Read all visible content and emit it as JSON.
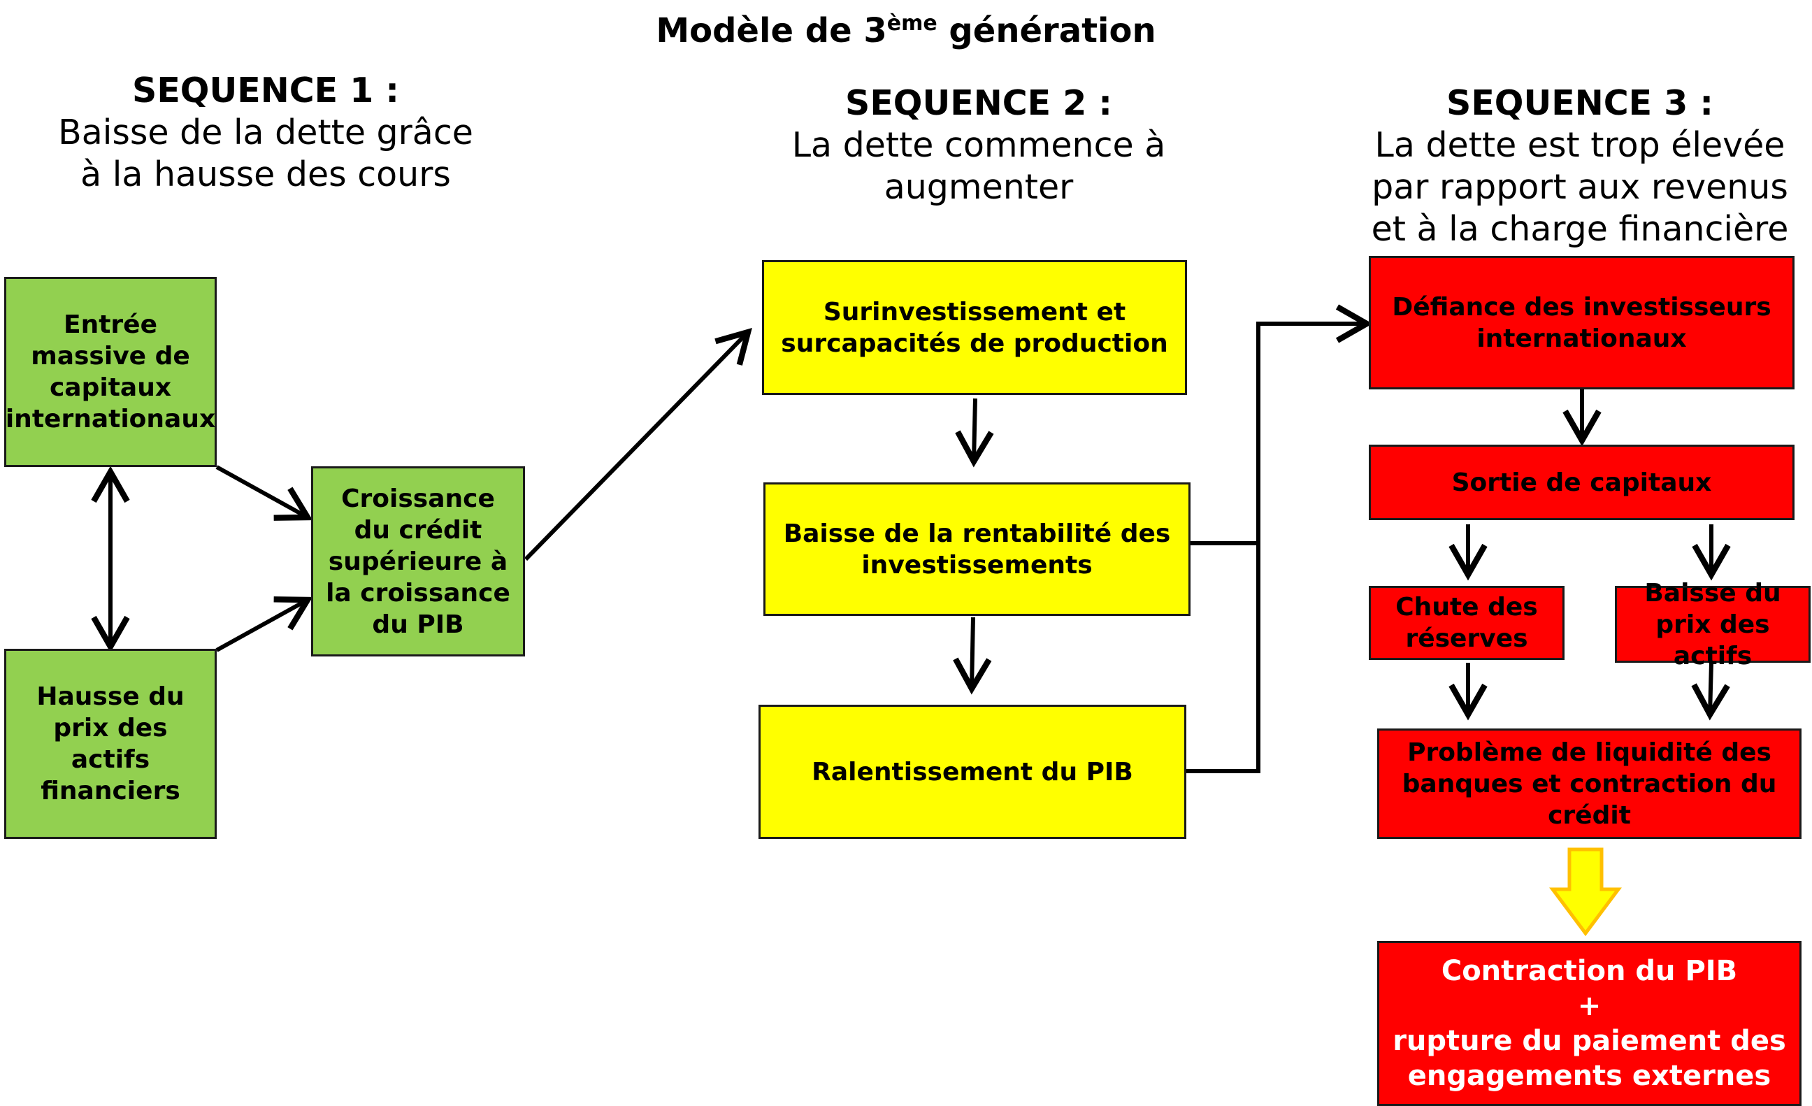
{
  "title": {
    "main": "Modèle de 3",
    "sup": "ème",
    "rest": " génération"
  },
  "seq1": {
    "heading": "SEQUENCE 1 :",
    "line1": "Baisse de la dette grâce",
    "line2": "à la hausse des cours"
  },
  "seq2": {
    "heading": "SEQUENCE 2 :",
    "line1": "La dette commence à",
    "line2": "augmenter"
  },
  "seq3": {
    "heading": "SEQUENCE 3 :",
    "line1": "La dette est trop élevée",
    "line2": "par rapport aux revenus",
    "line3": "et à la charge financière"
  },
  "boxes": {
    "entree": "Entrée massive de capitaux internationaux",
    "hausse_prix": "Hausse du prix des actifs financiers",
    "croissance_credit": "Croissance du crédit supérieure à la croissance du PIB",
    "surinvestissement": "Surinvestissement et surcapacités de production",
    "baisse_rentabilite": "Baisse de la rentabilité des investissements",
    "ralentissement": "Ralentissement du PIB",
    "defiance": "Défiance des investisseurs internationaux",
    "sortie": "Sortie de capitaux",
    "chute_reserves": "Chute des réserves",
    "baisse_prix_actifs": "Baisse du prix des actifs",
    "probleme_liquidite": "Problème de liquidité des banques et contraction du crédit",
    "final_line1": "Contraction du PIB",
    "final_plus": "+",
    "final_line2": "rupture du paiement des engagements externes"
  },
  "colors": {
    "green": "#92d050",
    "yellow": "#ffff00",
    "red": "#ff0000",
    "orange_arrow": "#ffc000"
  }
}
